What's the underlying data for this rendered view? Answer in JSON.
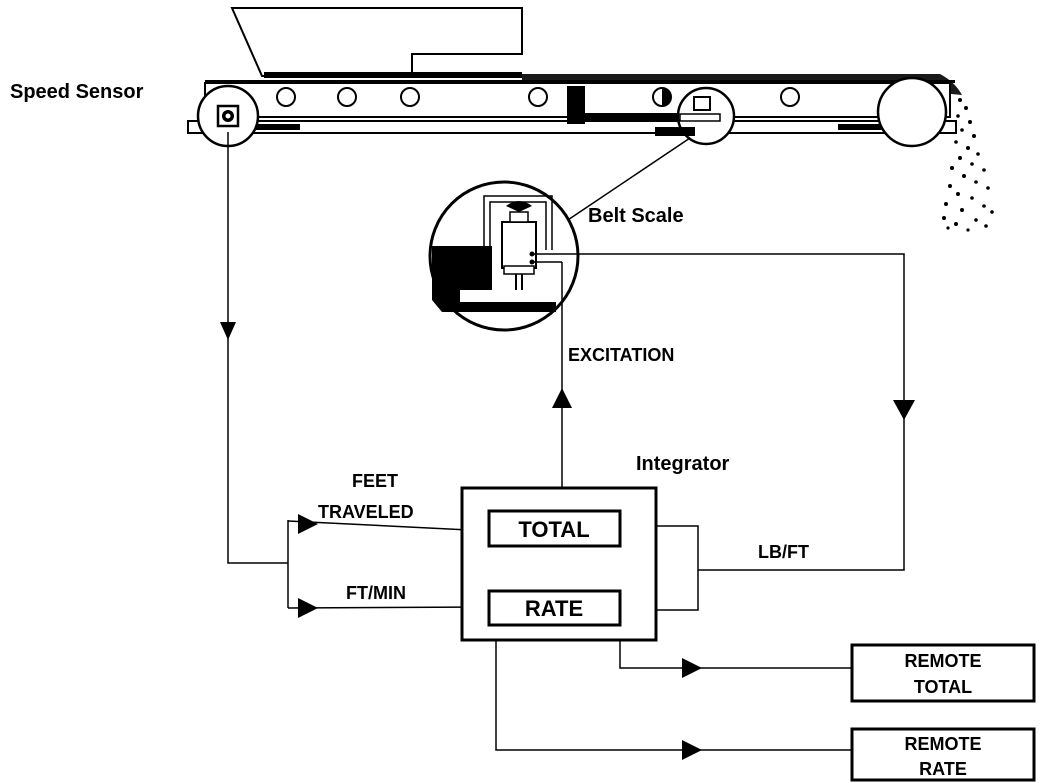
{
  "labels": {
    "speed_sensor": "Speed Sensor",
    "belt_scale": "Belt Scale",
    "excitation": "EXCITATION",
    "integrator": "Integrator",
    "feet_traveled_1": "FEET",
    "feet_traveled_2": "TRAVELED",
    "ft_min": "FT/MIN",
    "lb_ft": "LB/FT"
  },
  "integrator_box": {
    "total": "TOTAL",
    "rate": "RATE"
  },
  "remote": {
    "total_1": "REMOTE",
    "total_2": "TOTAL",
    "rate_1": "REMOTE",
    "rate_2": "RATE"
  }
}
